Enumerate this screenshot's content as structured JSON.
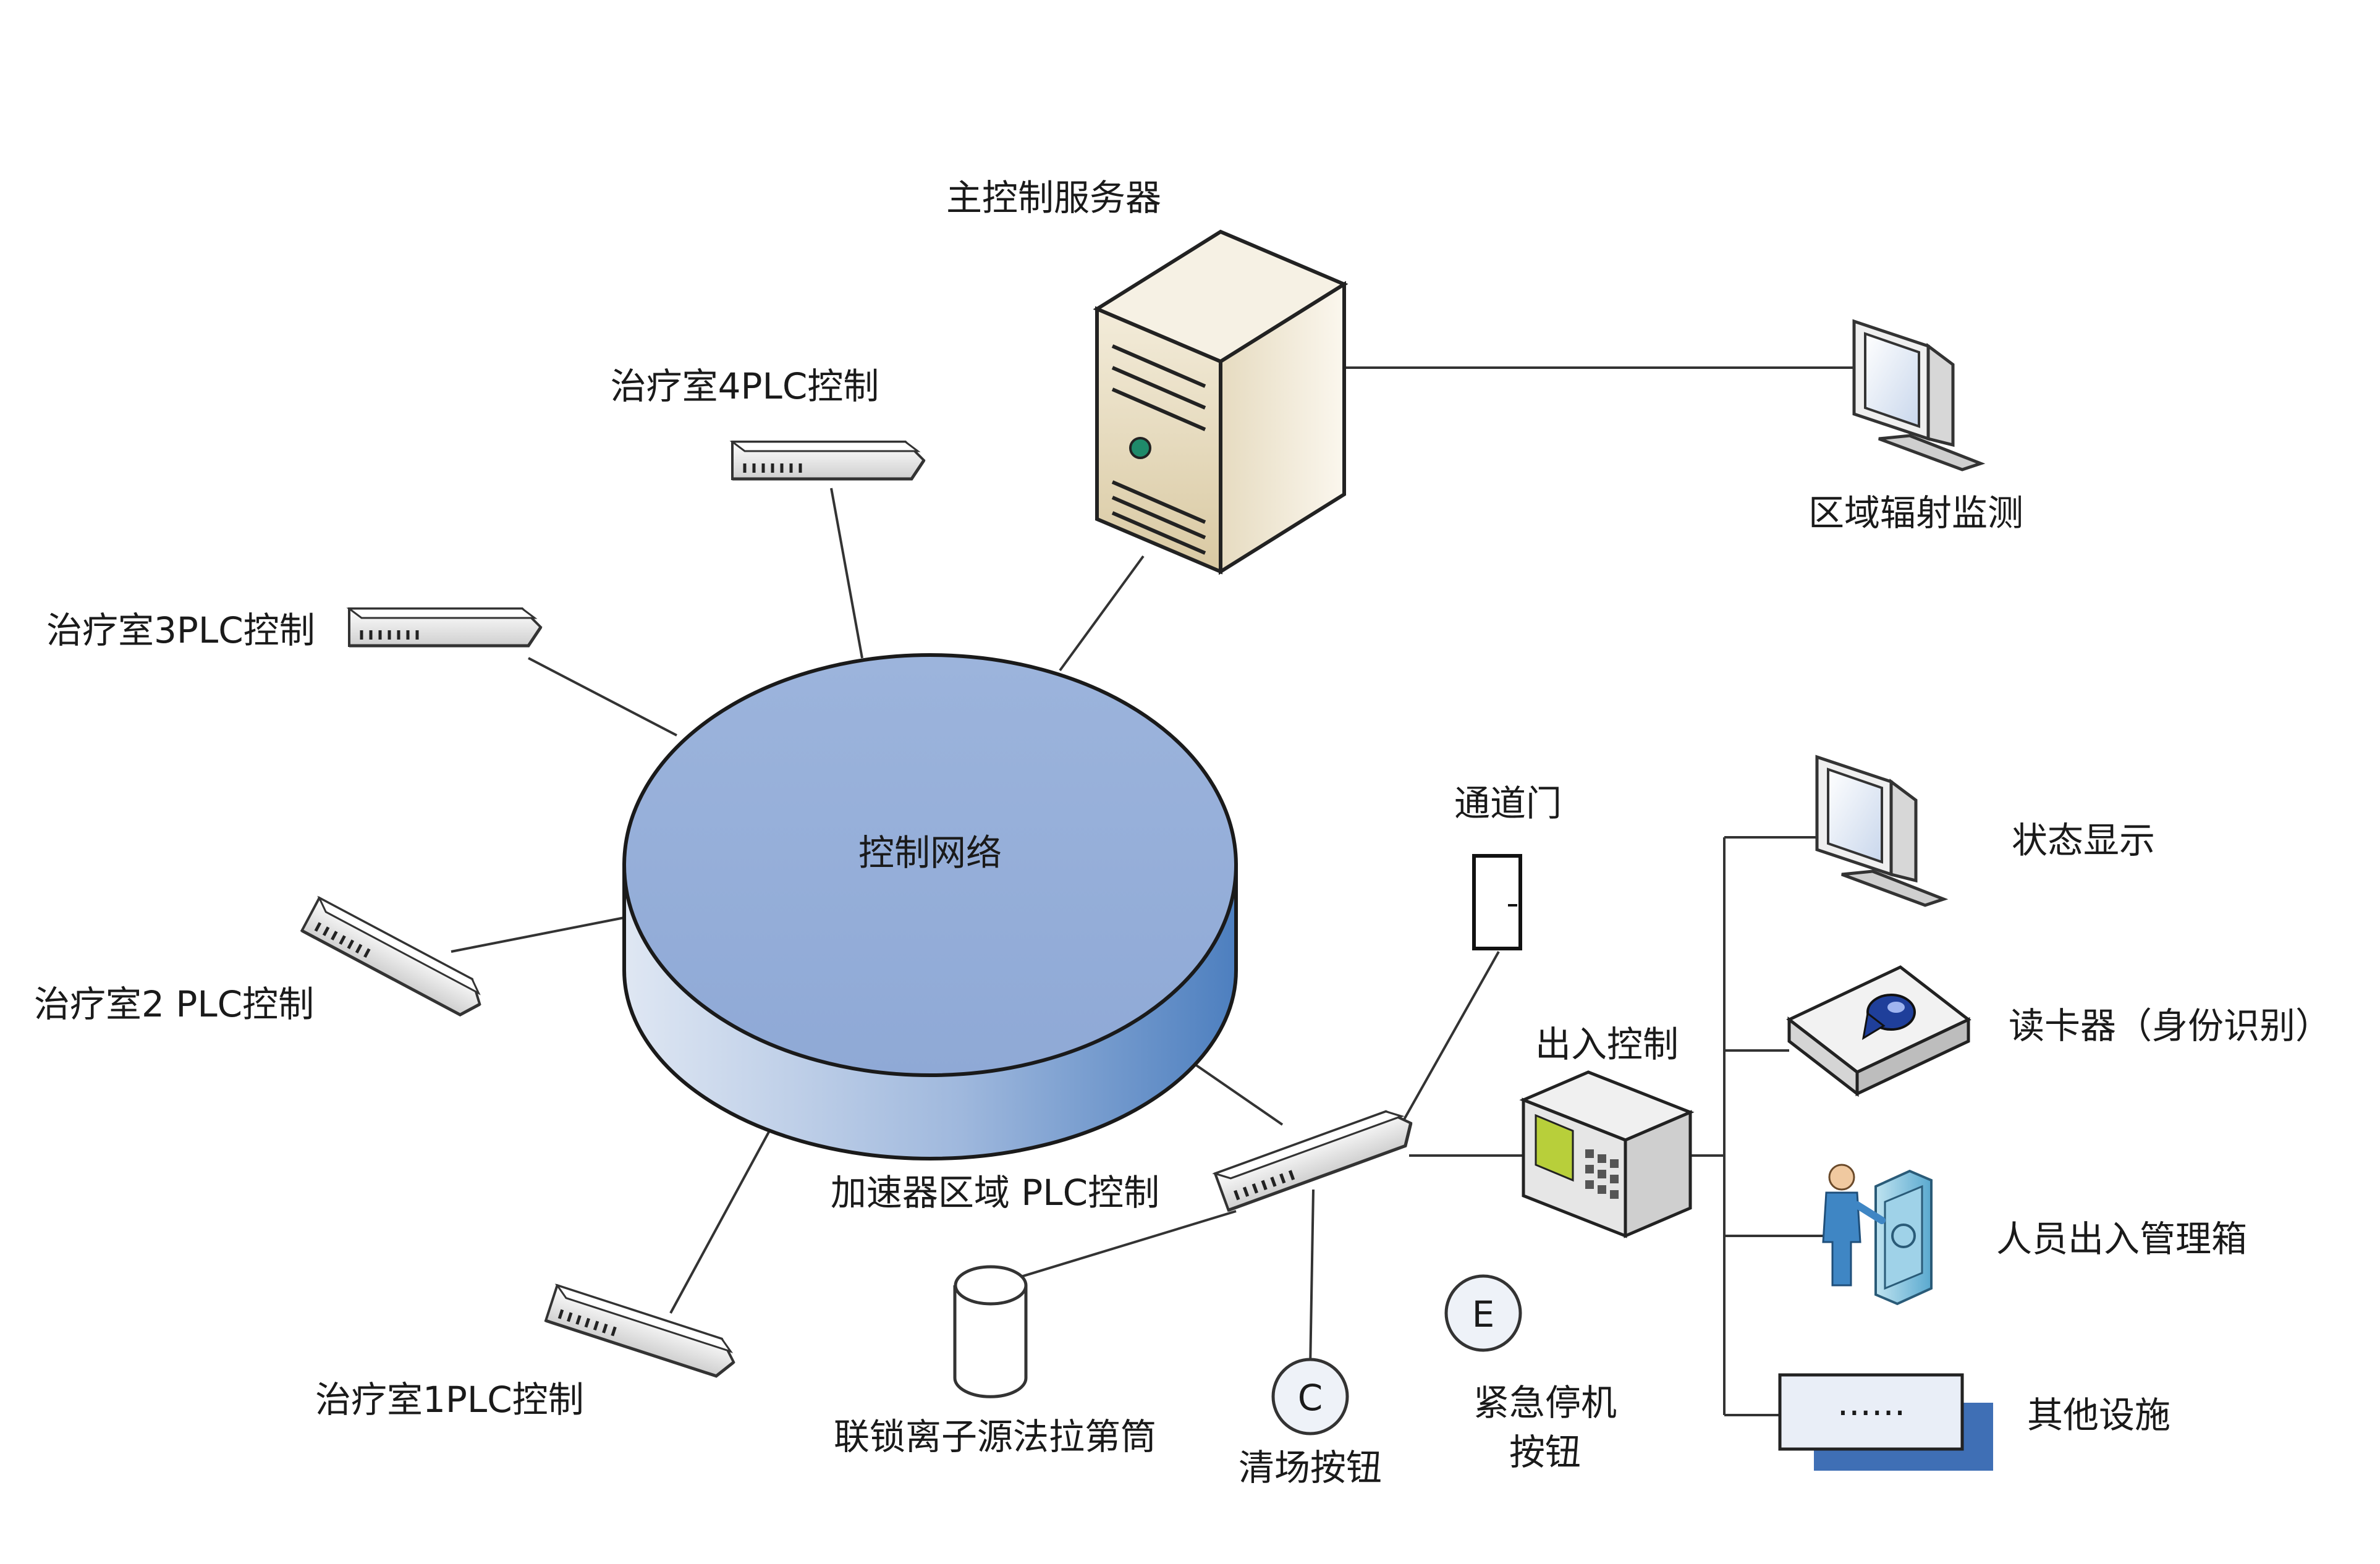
{
  "diagram": {
    "center": "控制网络",
    "main_server": "主控制服务器",
    "radiation_monitor": "区域辐射监测",
    "room4": "治疗室4PLC控制",
    "room3": "治疗室3PLC控制",
    "room2": "治疗室2 PLC控制",
    "room1": "治疗室1PLC控制",
    "accel_plc": "加速器区域 PLC控制",
    "passage_door": "通道门",
    "access_control": "出入控制",
    "status_display": "状态显示",
    "card_reader": "读卡器（身份识别）",
    "personnel_box": "人员出入管理箱",
    "other_facilities": "其他设施",
    "other_dots": "......",
    "faraday_cup": "联锁离子源法拉第筒",
    "clear_button": "清场按钮",
    "clear_button_letter": "C",
    "estop_line1": "紧急停机",
    "estop_line2": "按钮",
    "estop_letter": "E"
  },
  "colors": {
    "network_top": "#9db5dc",
    "network_side": "#5f8cc4",
    "server_body": "#e8dcc0",
    "device_gray": "#d9d9d9",
    "monitor_screen": "#dfe8f4",
    "other_box_fill": "#e9eef7",
    "other_box_shadow": "#3f6fb5"
  },
  "icons": {
    "server": "tower-server-icon",
    "monitor": "crt-monitor-icon",
    "plc": "switch-device-icon",
    "card_reader": "card-reader-icon",
    "access_panel": "access-panel-icon",
    "personnel": "person-cabinet-icon",
    "door": "door-icon",
    "cylinder": "cylinder-icon",
    "button": "round-button-icon"
  }
}
